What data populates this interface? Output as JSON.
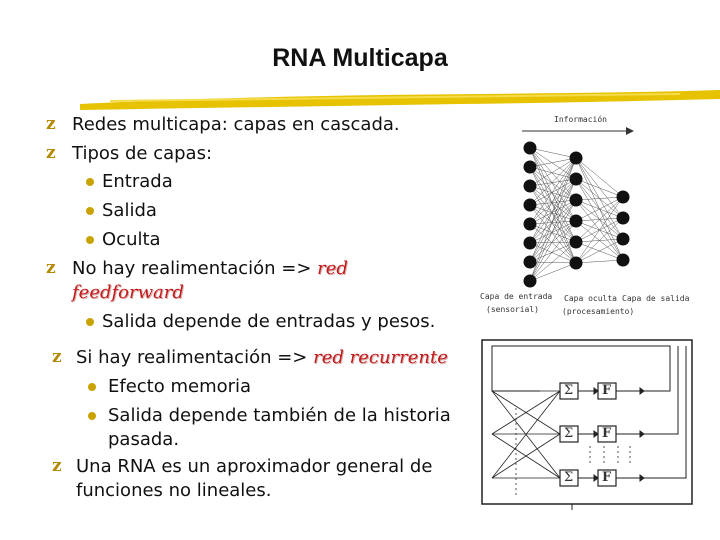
{
  "slide": {
    "title": "RNA Multicapa",
    "bullets": {
      "b1": "Redes multicapa: capas en cascada.",
      "b2": "Tipos de capas:",
      "b2_sub1": "Entrada",
      "b2_sub2": "Salida",
      "b2_sub3": "Oculta",
      "b3_prefix": "No hay realimentación => ",
      "b3_red1": "red",
      "b3_red2": "feedforward",
      "b3_sub1": "Salida depende de entradas y pesos.",
      "b4_prefix": "Si hay realimentación => ",
      "b4_red": "red recurrente",
      "b4_sub1": "Efecto memoria",
      "b4_sub2_l1": "Salida depende también de la historia",
      "b4_sub2_l2": "pasada.",
      "b5_l1": "Una RNA es un aproximador general de",
      "b5_l2": "funciones no lineales."
    },
    "bullet_glyph": "z"
  },
  "figures": {
    "feedforward": {
      "arrow_label": "Información",
      "label_input_l1": "Capa de entrada",
      "label_input_l2": "(sensorial)",
      "label_hidden_l1": "Capa oculta",
      "label_hidden_l2": "(procesamiento)",
      "label_output": "Capa de salida"
    },
    "recurrent": {
      "sum_symbol": "Σ",
      "f_symbol": "F"
    }
  },
  "colors": {
    "bullet_z": "#b48a00",
    "sub_dot": "#c9a200",
    "emphasis_red": "#c41a1a",
    "underline": "#e6c200"
  }
}
